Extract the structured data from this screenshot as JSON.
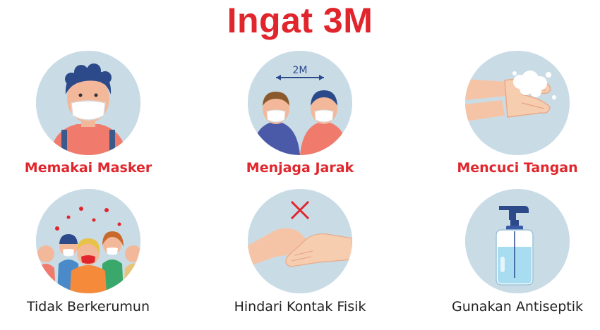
{
  "title": "Ingat 3M",
  "colors": {
    "accent": "#e0262c",
    "circle": "#c9dce6",
    "text": "#222222"
  },
  "rules": [
    {
      "label": "Memakai Masker",
      "icon": "face-mask-icon"
    },
    {
      "label": "Menjaga Jarak",
      "icon": "social-distance-icon",
      "distance_label": "2M"
    },
    {
      "label": "Mencuci Tangan",
      "icon": "hand-washing-icon"
    }
  ],
  "tips": [
    {
      "label": "Tidak Berkerumun",
      "icon": "crowd-icon"
    },
    {
      "label": "Hindari Kontak Fisik",
      "icon": "no-handshake-icon"
    },
    {
      "label": "Gunakan Antiseptik",
      "icon": "hand-sanitizer-icon"
    }
  ]
}
